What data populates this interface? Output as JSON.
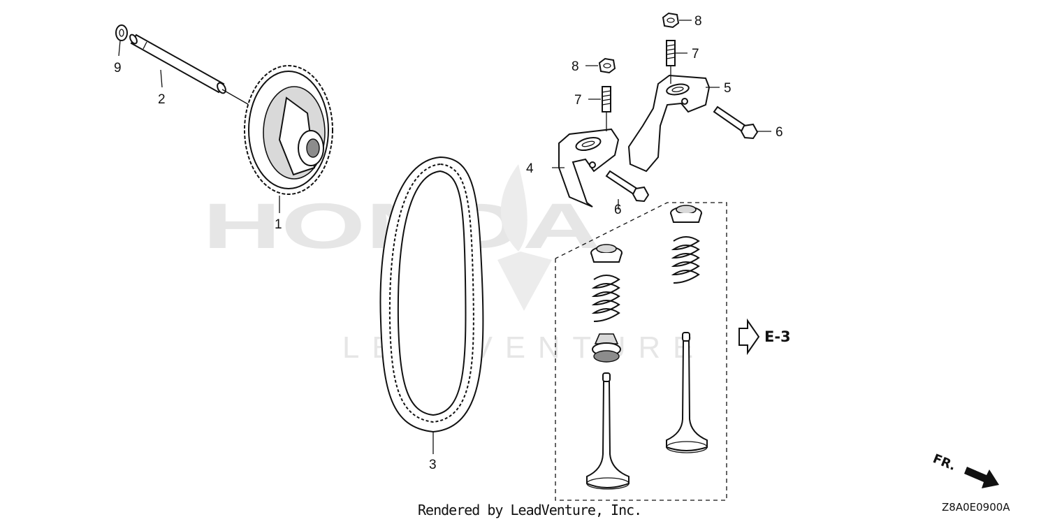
{
  "watermark": {
    "brand": "HONDA",
    "dealer": "LEADVENTURE"
  },
  "callouts": {
    "camshaft_pulley": "1",
    "camshaft": "2",
    "timing_belt": "3",
    "rocker_arm_left": "4",
    "rocker_arm_right": "5",
    "rocker_bolt_left": "6",
    "rocker_bolt_right": "6",
    "adjusting_screw_left": "7",
    "adjusting_screw_right": "7",
    "lock_nut_left": "8",
    "lock_nut_right": "8",
    "washer": "9"
  },
  "reference": {
    "label": "E-3"
  },
  "direction": {
    "label": "FR."
  },
  "footer": {
    "credit": "Rendered by LeadVenture, Inc.",
    "diagram_code": "Z8A0E0900A"
  }
}
